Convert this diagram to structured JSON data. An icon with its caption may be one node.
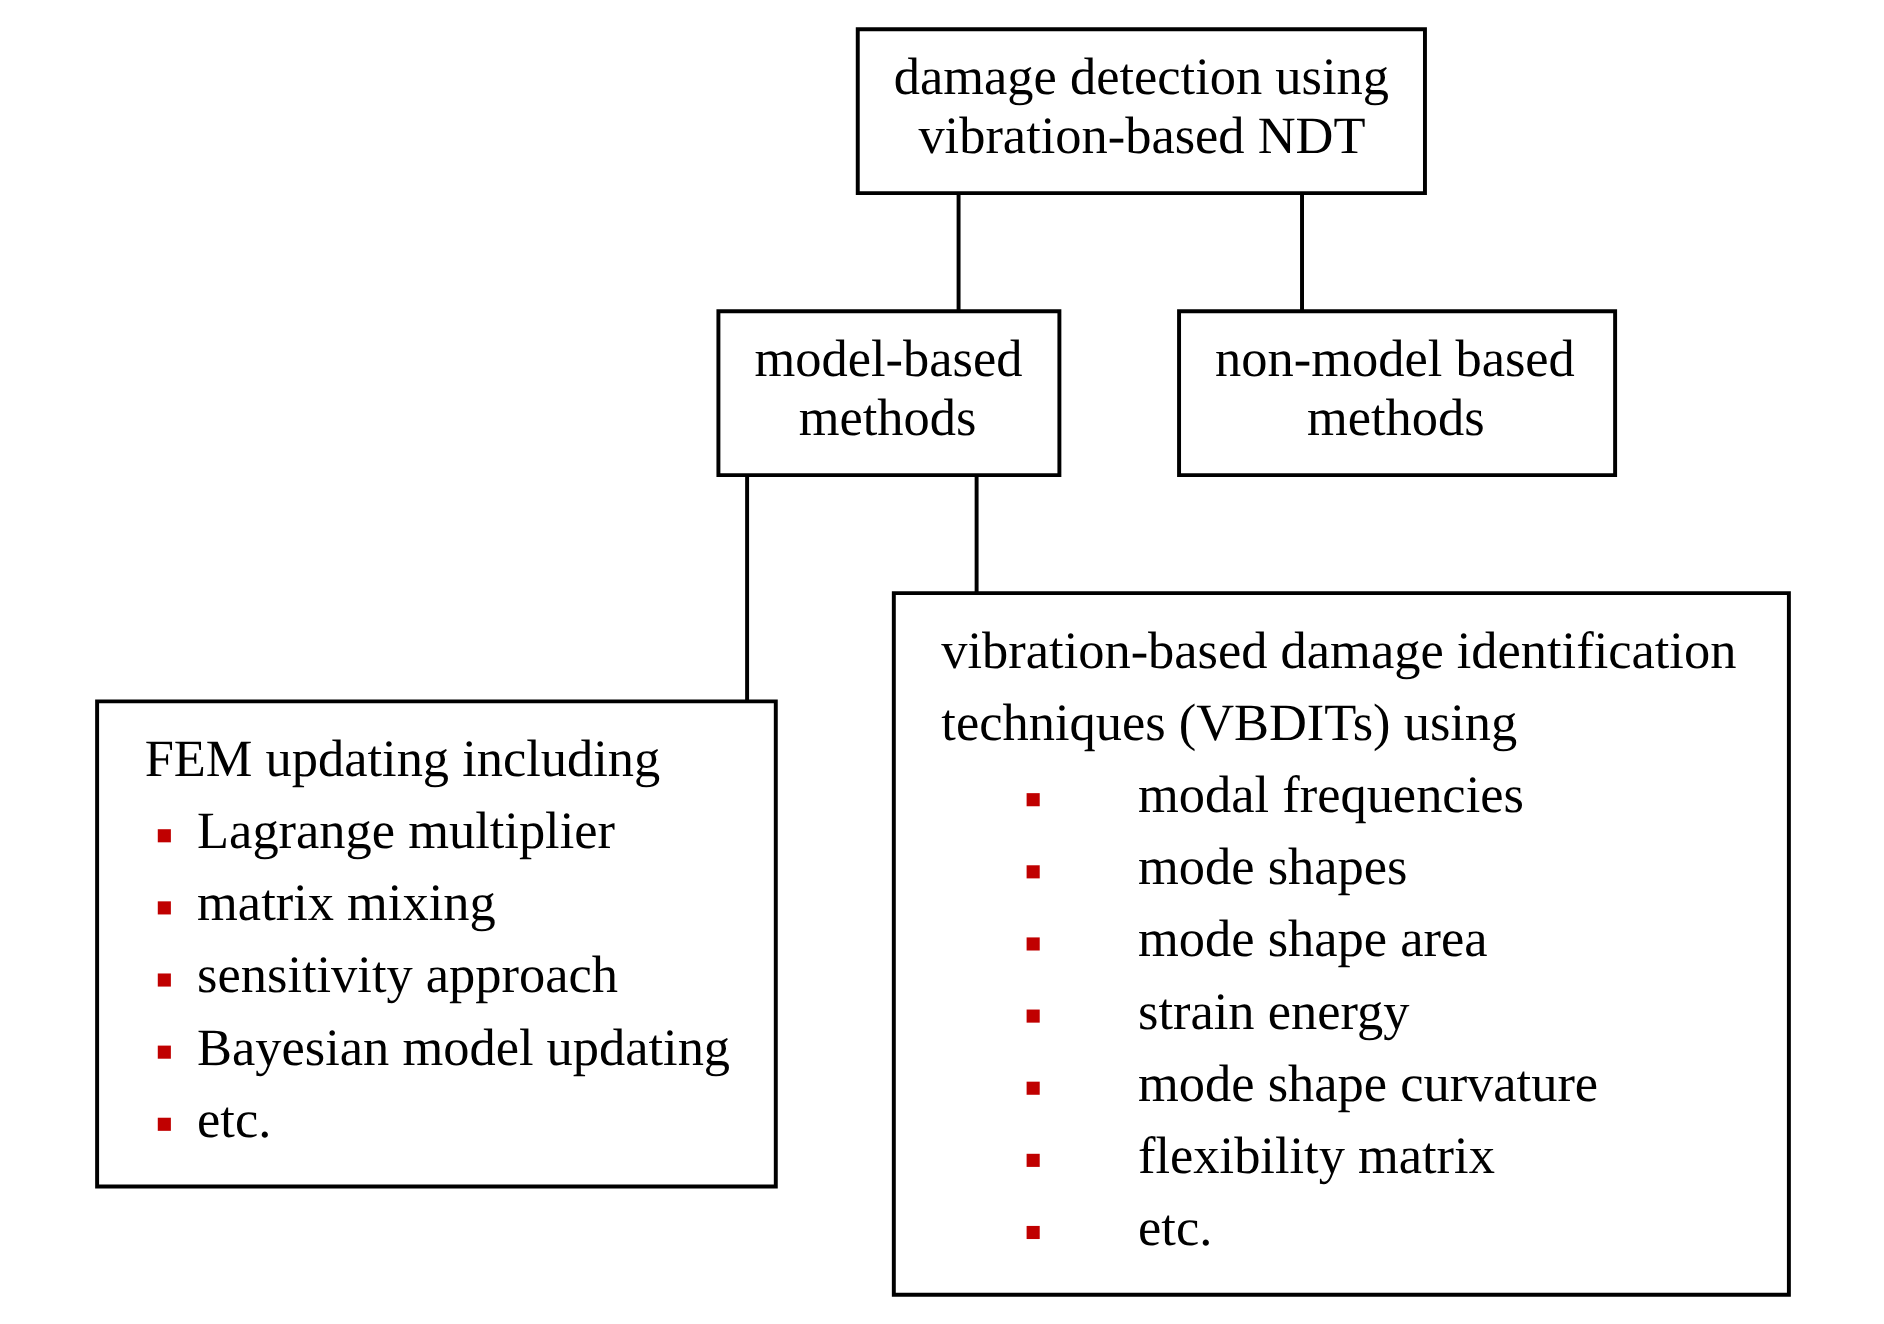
{
  "diagram": {
    "nodes": [
      {
        "text": [
          "damage detection using vibration-based NDT"
        ]
      },
      {
        "text": [
          "model-based methods"
        ]
      },
      {
        "text": [
          "non-model based methods"
        ]
      },
      {
        "text": [
          "FEM updating including",
          "Lagrange multiplier",
          "matrix mixing",
          "sensitivity approach",
          "Bayesian model updating",
          "etc."
        ]
      },
      {
        "text": [
          "vibration-based damage identification techniques (VBDITs) using",
          "modal frequencies",
          "mode shapes",
          "mode shape area",
          "strain energy",
          "mode shape curvature",
          "flexibility matrix",
          "etc."
        ]
      }
    ],
    "edges": [
      {
        "from": 0,
        "to": 1,
        "arrow": "none"
      },
      {
        "from": 0,
        "to": 2,
        "arrow": "none"
      },
      {
        "from": 1,
        "to": 3,
        "arrow": "none"
      },
      {
        "from": 1,
        "to": 4,
        "arrow": "none"
      }
    ]
  }
}
